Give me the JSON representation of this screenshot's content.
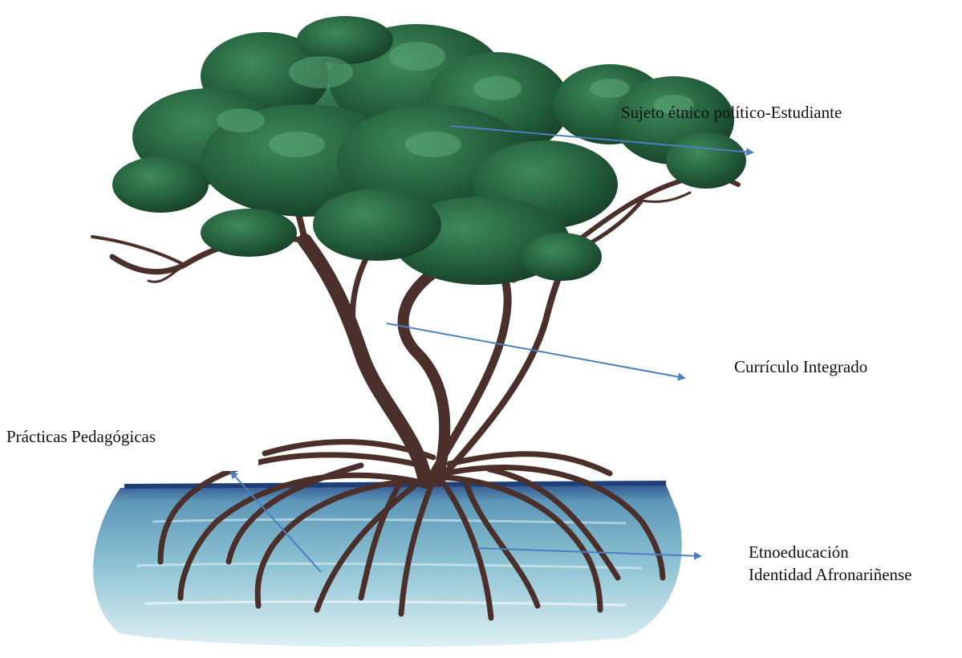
{
  "diagram": {
    "labels": {
      "sujeto": "Sujeto étnico político-Estudiante",
      "curriculo": "Currículo Integrado",
      "practicas": "Prácticas Pedagógicas",
      "etnoeducacion_line1": "Etnoeducación",
      "etnoeducacion_line2": "Identidad Afronariñense"
    },
    "colors": {
      "arrow": "#4a7fc1",
      "foliage": "#1f5a3a",
      "trunk": "#4a2f2a",
      "water": "#6aa9c0",
      "water_surface": "#1e3f78"
    }
  }
}
